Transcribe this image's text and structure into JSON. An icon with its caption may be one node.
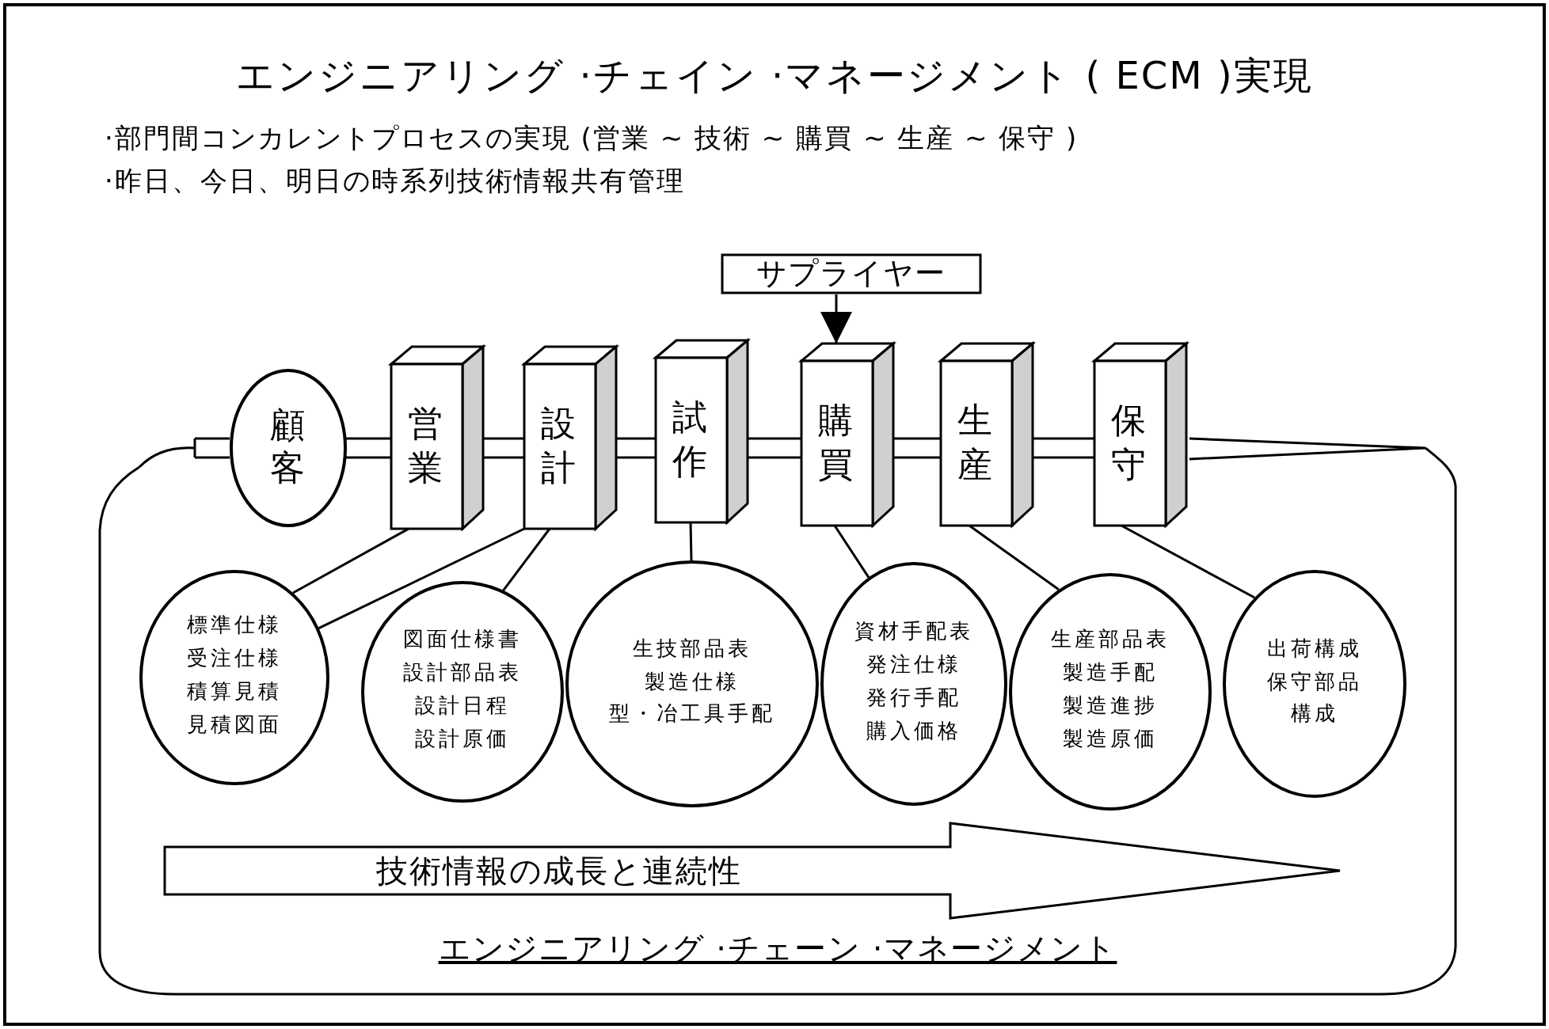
{
  "diagram": {
    "title": "エンジニアリング ·チェイン ·マネージメント ( ECM )実現",
    "nodes": [
      {
        "text": [
          "顧客"
        ]
      },
      {
        "text": [
          "営業"
        ]
      },
      {
        "text": [
          "設計"
        ]
      },
      {
        "text": [
          "試作"
        ]
      },
      {
        "text": [
          "購買"
        ]
      },
      {
        "text": [
          "生産"
        ]
      },
      {
        "text": [
          "保守"
        ]
      },
      {
        "text": [
          "サプライヤー"
        ]
      },
      {
        "text": [
          "エンジニアリング ·チェーン ·マネージメント"
        ]
      },
      {
        "text": [
          "標準仕様",
          "受注仕様",
          "積算見積",
          "見積図面"
        ],
        "in": 8
      },
      {
        "text": [
          "図面仕様書",
          "設計部品表",
          "設計日程",
          "設計原価"
        ],
        "in": 8
      },
      {
        "text": [
          "生技部品表",
          "製造仕様",
          "型・冶工具手配"
        ],
        "in": 8
      },
      {
        "text": [
          "資材手配表",
          "発注仕様",
          "発行手配",
          "購入価格"
        ],
        "in": 8
      },
      {
        "text": [
          "生産部品表",
          "製造手配",
          "製造進捗",
          "製造原価"
        ],
        "in": 8
      },
      {
        "text": [
          "出荷構成",
          "保守部品",
          "構成"
        ],
        "in": 8
      },
      {
        "text": [
          "技術情報の成長と連続性"
        ],
        "in": 8
      }
    ],
    "edges": [
      {
        "from": 7,
        "to": 4,
        "arrow": "to"
      },
      {
        "from": 0,
        "to": 1,
        "arrow": "none"
      },
      {
        "from": 1,
        "to": 2,
        "arrow": "none"
      },
      {
        "from": 2,
        "to": 3,
        "arrow": "none"
      },
      {
        "from": 3,
        "to": 4,
        "arrow": "none"
      },
      {
        "from": 4,
        "to": 5,
        "arrow": "none"
      },
      {
        "from": 5,
        "to": 6,
        "arrow": "none"
      },
      {
        "from": 1,
        "to": 9,
        "arrow": "none"
      },
      {
        "from": 2,
        "to": 9,
        "arrow": "none"
      },
      {
        "from": 2,
        "to": 10,
        "arrow": "none"
      },
      {
        "from": 3,
        "to": 11,
        "arrow": "none"
      },
      {
        "from": 4,
        "to": 12,
        "arrow": "none"
      },
      {
        "from": 5,
        "to": 13,
        "arrow": "none"
      },
      {
        "from": 6,
        "to": 14,
        "arrow": "none"
      }
    ],
    "labels": [
      "·部門間コンカレントプロセスの実現 (営業 ~ 技術 ~ 購買 ~ 生産 ~ 保守 )",
      "·昨日、今日、明日の時系列技術情報共有管理"
    ]
  }
}
